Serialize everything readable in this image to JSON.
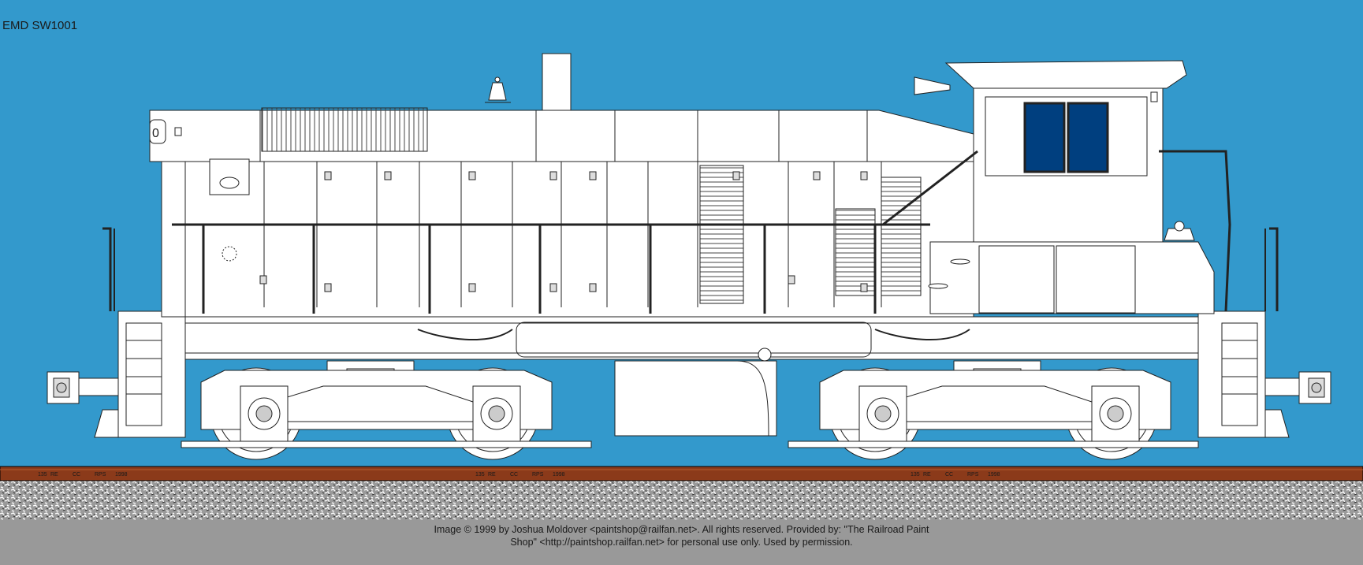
{
  "title": "EMD SW1001",
  "credit": {
    "line1": "Image © 1999 by Joshua Moldover <paintshop@railfan.net>.  All rights reserved.  Provided by: \"The Railroad Paint",
    "line2": "Shop\" <http://paintshop.railfan.net> for personal use only.  Used by permission."
  },
  "rail_markings": [
    "135",
    "RE",
    "CC",
    "RPS",
    "1998"
  ],
  "colors": {
    "sky": "#3399cc",
    "body": "#ffffff",
    "window": "#003f7f",
    "rail": "#8b3a1a",
    "ballast": "#8a8a8a",
    "credit_band": "#999999"
  }
}
